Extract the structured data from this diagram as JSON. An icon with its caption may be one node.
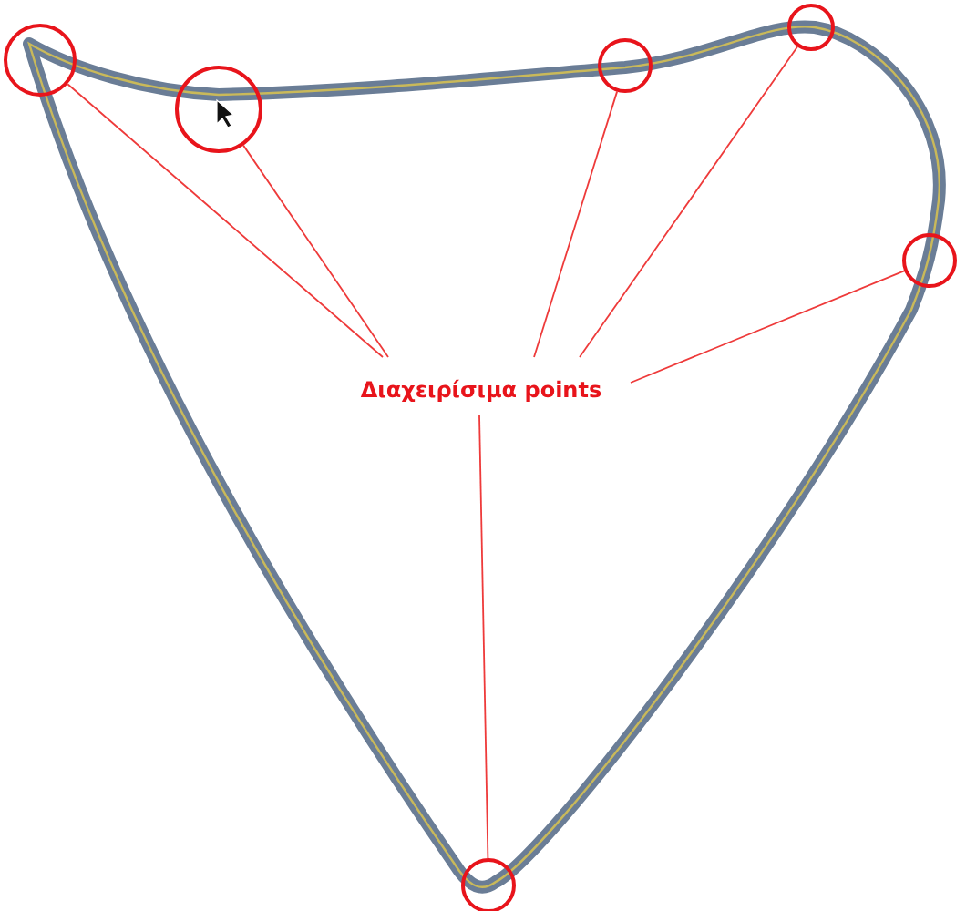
{
  "diagram": {
    "nodes": [
      {
        "text": [
          "Διαχειρίσιμα points"
        ]
      },
      {
        "text": [],
        "shape": "circle"
      },
      {
        "text": [],
        "shape": "circle"
      },
      {
        "text": [],
        "shape": "circle"
      },
      {
        "text": [],
        "shape": "circle"
      },
      {
        "text": [],
        "shape": "circle"
      },
      {
        "text": [],
        "shape": "circle"
      }
    ],
    "edges": [
      {
        "from": 0,
        "to": 1,
        "arrow": "none"
      },
      {
        "from": 0,
        "to": 2,
        "arrow": "none"
      },
      {
        "from": 0,
        "to": 3,
        "arrow": "none"
      },
      {
        "from": 0,
        "to": 4,
        "arrow": "none"
      },
      {
        "from": 0,
        "to": 5,
        "arrow": "none"
      },
      {
        "from": 0,
        "to": 6,
        "arrow": "none"
      }
    ]
  }
}
